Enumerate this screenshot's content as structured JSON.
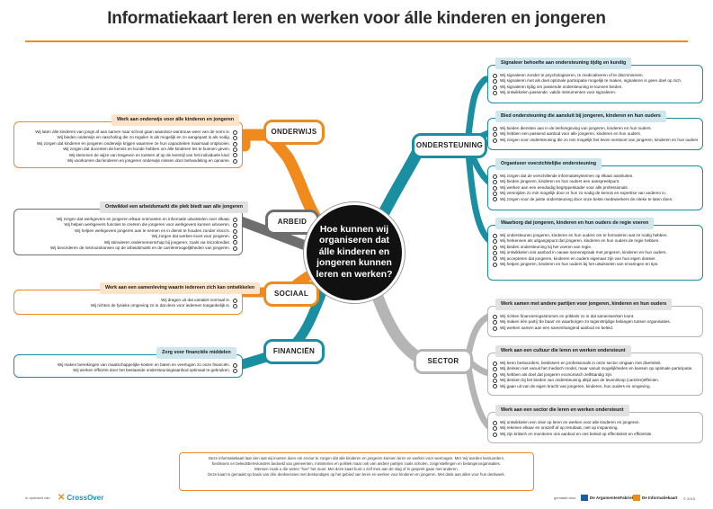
{
  "title": "Informatiekaart leren en werken voor álle kinderen en jongeren",
  "center_question": "Hoe kunnen wij organiseren dat álle kinderen en jongeren kunnen leren en werken?",
  "colors": {
    "orange": "#f08a1c",
    "gray": "#6e6e6e",
    "teal": "#1b8fa2",
    "light_gray": "#b5b5b5",
    "head_orange_bg": "#fde3c8",
    "head_gray_bg": "#e1e1e1",
    "head_teal_bg": "#cfe7ec"
  },
  "categories": {
    "onderwijs": "ONDERWIJS",
    "arbeid": "ARBEID",
    "sociaal": "SOCIAAL",
    "financien": "FINANCIËN",
    "ondersteuning": "ONDERSTEUNING",
    "sector": "SECTOR"
  },
  "left_boxes": [
    {
      "heading": "Werk aan onderwijs voor álle kinderen en jongeren",
      "items": [
        "Wij laten álle kinderen van jongs af aan samen naar school gaan waardoor wantrouw weer van de norm is.",
        "Wij bieden onderwijs en nascholing die zo regulier is als mogelijk en zo aangepast is als nodig.",
        "Wij zorgen dat kinderen en jongeren onderwijs krijgen waarmee ze hun capaciteiten maximaal ontplooien.",
        "Wij zorgen dat docenten de kennis en kunde hebben om álle kinderen les te kunnen geven.",
        "Wij stemmen de wijze van lesgeven en toetsen af op de leerstijl van het individuele kind.",
        "Wij voorkomen dat kinderen en jongeren onderwijs missen door behandeling en opname."
      ]
    },
    {
      "heading": "Ontwikkel een arbeidsmarkt die plek biedt aan alle jongeren",
      "items": [
        "Wij zorgen dat werkgevers en jongeren elkaar ontmoeten en informatie uitwisselen over elkaar.",
        "Wij helpen werkgevers functies te creëren die jongeren voor werkgevers kunnen uitvoeren.",
        "Wij helpen werkgevers jongeren aan te nemen en in dienst te houden zonder risico's.",
        "Wij zorgen dat werken loont voor jongeren.",
        "Wij stimuleren ondernemerschap bij jongeren, zoals via microkrediet.",
        "Wij bevorderen de instroomkansen op de arbeidsmarkt en de carrièremogelijkheden van jongeren."
      ]
    },
    {
      "heading": "Werk aan een samenleving waarin iedereen zich kan ontwikkelen",
      "items": [
        "Wij dragen uit dat variatiet normaal is.",
        "Wij richten de fysieke omgeving zo in dat deze voor iedereen toegankelijk is."
      ]
    },
    {
      "heading": "Zorg voor financiële middelen",
      "items": [
        "Wij maken bereikingen van maatschappelijke kosten en baten en veertugen zo onze financiën.",
        "Wij werken efficiënt door het bestaande ondersteuningsaanbod optimaal te gebruiken."
      ]
    }
  ],
  "right_boxes": [
    {
      "heading": "Signaleer behoefte aan ondersteuning tijdig en kundig",
      "items": [
        "Wij signaleren zonder te psychologiseren, te medicaliseren of te discrimineren.",
        "Wij signaleren met als doel optimale participatie mogelijk te maken, signaleren is geen doel op zich.",
        "Wij signaleren tijdig om passende ondersteuning te kunnen bieden.",
        "Wij ontwikkelen passende, valide instrumenten voor signaleren."
      ]
    },
    {
      "heading": "Bied ondersteuning die aansluit bij jongeren, kinderen en hun ouders",
      "items": [
        "Wij bieden diensten aan in de leefomgeving van jongeren, kinderen en hun ouders.",
        "Wij hebben een passend aanbod voor alle jongeren, kinderen en hun ouders.",
        "Wij zorgen voor ondersteuning die zo min mogelijk het leven verstoort van jongeren, kinderen en hun ouders."
      ]
    },
    {
      "heading": "Organiseer overzichtelijke ondersteuning",
      "items": [
        "Wij zorgen dat de verschillende informatiesystemen op elkaar aansluiten.",
        "Wij bieden jongeren, kinderen en hun ouders een aanspreekpunt.",
        "Wij werken aan een eenduidig begrippenkader voor alle professionals.",
        "Wij versnijden zo min mogelijk door er hun zo nodig de kennis en expertise van anderen in.",
        "Wij zorgen voor de juiste ondersteuning door onze beste medewerkers de inleke te laten doen."
      ]
    },
    {
      "heading": "Waarborg dat jongeren, kinderen en hun ouders de regie voeren",
      "items": [
        "Wij ondersteunen jongeren, kinderen en hun ouders om te formuleren wat ze nodig hebben.",
        "Wij herkennen als uitgangspunt dat jongeren, kinderen en hun ouders de regie hebben.",
        "Wij bieden ondersteuning bij het voeren van regie.",
        "Wij ontwikkelen ons aanbod in nauwe samenspraak met jongeren, kinderen en hun ouders.",
        "Wij accepteren dat jongeren, kinderen en ouders eigenaar zijn van hun eigen dossier.",
        "Wij helpen jongeren, kinderen en hun ouders bij het uitwisselen van ervaringen en tips."
      ]
    },
    {
      "heading": "Werk samen met andere partijen voor jongeren, kinderen en hun ouders",
      "items": [
        "Wij richten financieringsstromen en prikkels zo in dat samenwerken loont.",
        "Wij maken één partij 'de baas' en waarborgen zo tegenstrijdige belangen tussen organisaties.",
        "Wij werken samen aan een samenhangend aanbod en beleid."
      ]
    },
    {
      "heading": "Werk aan een cultuur die leren en werken ondersteunt",
      "items": [
        "Wij leren bestuurders, beslissers en professionals in onze sector omgaan met diversiteit.",
        "Wij denken niet vanuit het medisch model, maar vanuit mogelijkheden en kansen op optimale participatie.",
        "Wij hebben als doel dat jongeren economisch zelfstandig zijn.",
        "Wij denken bij het bieden van ondersteuning altijd aan de levensloop (carrière)effecten.",
        "Wij gaan uit van de eigen kracht van jongeren, kinderen, hun ouders en omgeving."
      ]
    },
    {
      "heading": "Werk aan een sector die leren en werken ondersteunt",
      "items": [
        "Wij ontwikkelen een visie op leren en werken voor alle kinderen en jongeren.",
        "Wij rekenen elkaar en onszelf af op resultaat, niet op inspanning.",
        "Wij zijn kritisch en monitoren ons aanbod en ons beleid op effectiviteit en efficiëntie."
      ]
    }
  ],
  "footer_lines": [
    "Deze informatiekaart laat zien wat wij moeten doen om ervoor te zorgen dat alle kinderen en jongeren kunnen leren en werken voor wermogen. Met 'wij' worden bestuurders,",
    "beslissers en beleidsbeïnvloeders bedoeld van gemeenten, ministeries en politiek maar ook van andere partijen zoals scholen, zorginstellingen en belangenorganisaties.",
    "Mensen zoals u die weten \"hoe\" het moet. Met deze kaart kunt u zelf mee aan de slag of in gesprek gaan met anderen.",
    "Deze kaart is gemaakt op basis van drie denksessies met deskundigen op het gebied van leren en werken voor kinderen en jongeren. Met dank aan allen voor hun denkwerk."
  ],
  "bottom": {
    "left_small": "In opdracht van",
    "left_logo": "CrossOver",
    "right_small": "gemaakt door",
    "logo_1": "De ArgumentenFabriek",
    "logo_2": "De Informatiekaart",
    "year": "© 2015"
  }
}
